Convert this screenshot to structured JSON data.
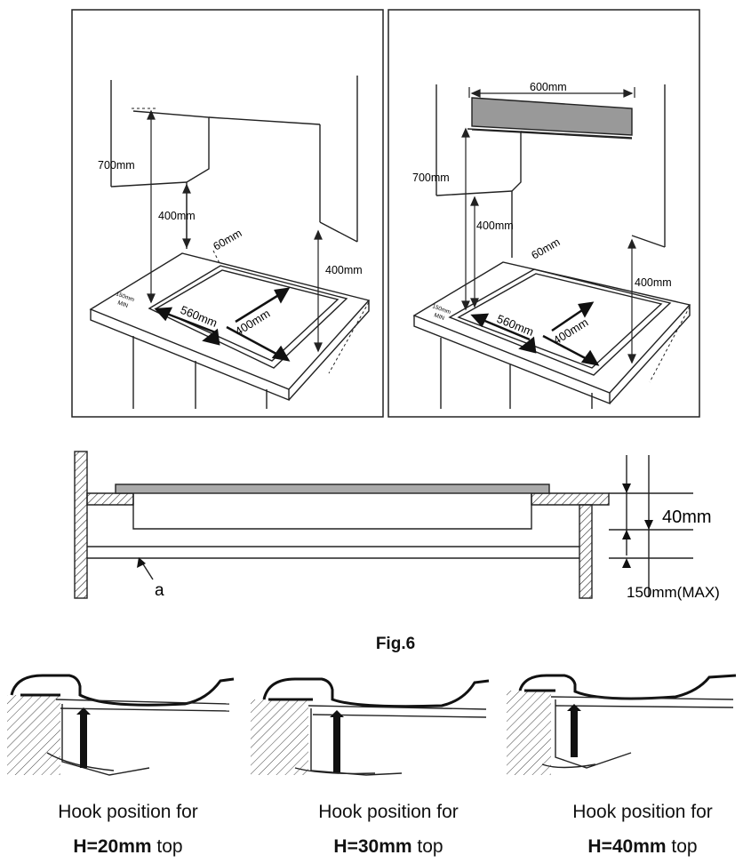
{
  "panel_left": {
    "dim_hood_height": "700mm",
    "dim_cabinet_clear": "400mm",
    "dim_side_wall": "400mm",
    "dim_back_gap": "60mm",
    "dim_cutout_width": "560mm",
    "dim_cutout_depth": "400mm",
    "dim_front_gap": "150mm",
    "dim_front_min": "MIN"
  },
  "panel_right": {
    "dim_hood_width": "600mm",
    "dim_hood_height": "700mm",
    "dim_cabinet_clear": "400mm",
    "dim_side_wall": "400mm",
    "dim_back_gap": "60mm",
    "dim_cutout_width": "560mm",
    "dim_cutout_depth": "400mm",
    "dim_front_gap": "150mm",
    "dim_front_min": "MIN"
  },
  "section": {
    "dim_thickness": "40mm",
    "dim_clearance": "150mm(MAX)",
    "label_a": "a"
  },
  "figure_label": "Fig.6",
  "hooks": [
    {
      "title": "Hook position for",
      "height": "H=20mm",
      "suffix": " top"
    },
    {
      "title": "Hook position for",
      "height": "H=30mm",
      "suffix": " top"
    },
    {
      "title": "Hook position for",
      "height": "H=40mm",
      "suffix": " top"
    }
  ]
}
